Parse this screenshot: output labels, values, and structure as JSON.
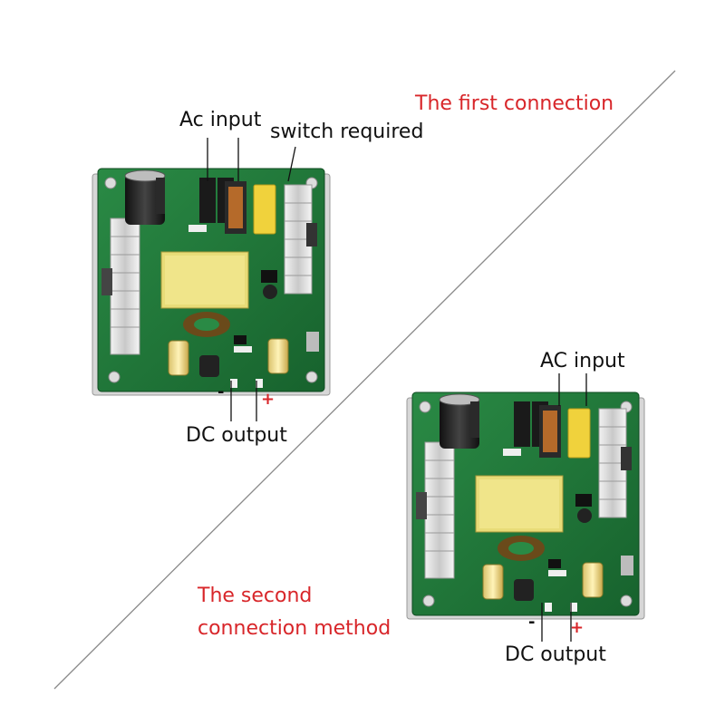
{
  "colors": {
    "caption": "#d8262a",
    "label": "#111111",
    "board_green": "#1f7a3a",
    "plus_sign": "#d8262a"
  },
  "captions": {
    "first": "The first connection",
    "second_line1": "The second",
    "second_line2": "connection method"
  },
  "board1": {
    "ac_input": "Ac input",
    "switch": "switch required",
    "dc_output": "DC output",
    "minus": "-",
    "plus": "+"
  },
  "board2": {
    "ac_input": "AC input",
    "dc_output": "DC output",
    "minus": "-",
    "plus": "+"
  }
}
